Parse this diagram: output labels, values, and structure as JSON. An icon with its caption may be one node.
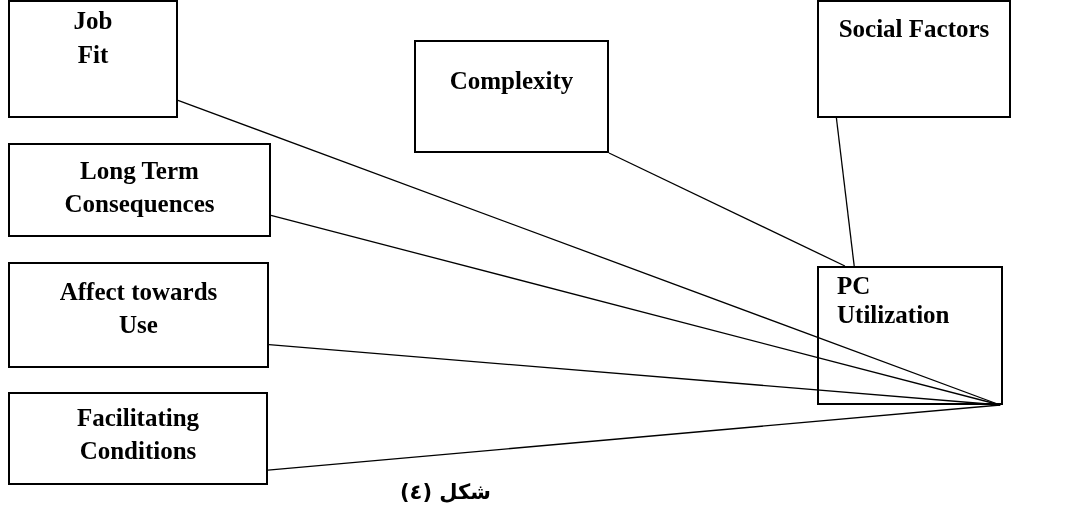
{
  "diagram": {
    "caption": "شكل (٤)",
    "nodes": [
      {
        "text": [
          "Job Fit"
        ]
      },
      {
        "text": [
          "Complexity"
        ]
      },
      {
        "text": [
          "Social Factors"
        ]
      },
      {
        "text": [
          "Long Term Consequences"
        ]
      },
      {
        "text": [
          "Affect towards Use"
        ]
      },
      {
        "text": [
          "Facilitating Conditions"
        ]
      },
      {
        "text": [
          "PC Utilization"
        ]
      }
    ],
    "edges": [
      {
        "from": 0,
        "to": 6,
        "arrow": "none"
      },
      {
        "from": 1,
        "to": 6,
        "arrow": "none"
      },
      {
        "from": 2,
        "to": 6,
        "arrow": "none"
      },
      {
        "from": 3,
        "to": 6,
        "arrow": "none"
      },
      {
        "from": 4,
        "to": 6,
        "arrow": "none"
      },
      {
        "from": 5,
        "to": 6,
        "arrow": "none"
      }
    ]
  }
}
